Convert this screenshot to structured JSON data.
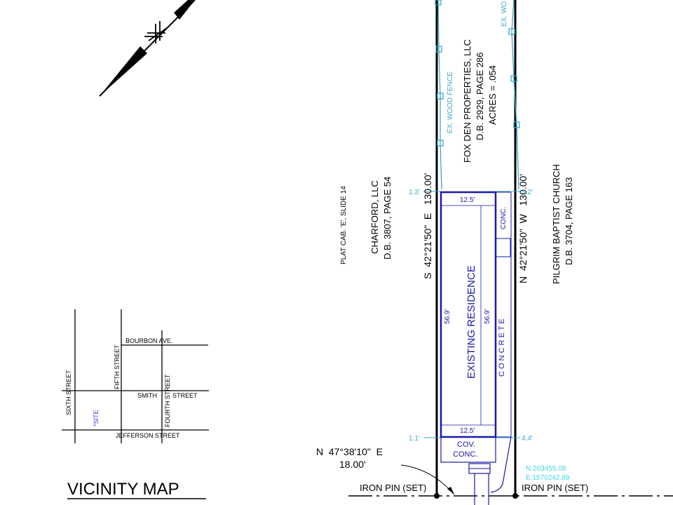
{
  "colors": {
    "ink": "#000000",
    "residence": "#1a1aa8",
    "fence": "#3aa9c9",
    "coordinates": "#3fd6e6",
    "site_marker": "#3b3bd6"
  },
  "icons": {
    "north_arrow": "north-arrow-icon",
    "iron_pin": "iron-pin-dot"
  },
  "vicinity_map": {
    "title": "VICINITY MAP",
    "streets": {
      "bourbon": "BOURBON AVE.",
      "smith": "SMITH",
      "smith_street": "STREET",
      "jefferson": "JEFFERSON STREET",
      "sixth": "SIXTH STREET",
      "fifth": "FIFTH STREET",
      "fourth": "FOURTH STREET"
    },
    "site": "*SITE"
  },
  "parcels": {
    "fox_den": {
      "name": "FOX DEN PROPERTIES, LLC",
      "deed": "D.B. 2929, PAGE 286",
      "acres": "ACRES = .054"
    },
    "charford": {
      "name": "CHARFORD, LLC",
      "deed": "D.B. 3807, PAGE 54",
      "plat": "PLAT CAB. 'E', SLIDE 14"
    },
    "pilgrim": {
      "name": "PILGRIM BAPTIST CHURCH",
      "deed": "D.B. 3704, PAGE 163"
    }
  },
  "bearings": {
    "west_line": "S  42°21'50\"  E   130.00'",
    "east_line": "N  42°21'50\"  W   130.00'",
    "front_line_bearing": "N  47°38'10\"  E",
    "front_line_distance": "18.00'"
  },
  "residence": {
    "label": "EXISTING RESIDENCE",
    "top_width": "12.5'",
    "bottom_width": "12.5'",
    "left_length": "56.9'",
    "right_length": "56.9'",
    "conc_top": "CONC.",
    "concrete_strip": "C O N C R E T E",
    "cov_label": "COV.",
    "cov_conc": "CONC."
  },
  "offsets": {
    "top_left": "1.3'",
    "top_right": "4.2'",
    "bottom_left": "1.1'",
    "bottom_right": "4.4'"
  },
  "fence": {
    "left": "EX. WOOD FENCE",
    "right": "EX. WO"
  },
  "coordinates": {
    "northing": "N:203455.08",
    "easting": "E:1570242.89"
  },
  "pins": {
    "left": "IRON PIN (SET)",
    "right": "IRON PIN (SET)"
  }
}
